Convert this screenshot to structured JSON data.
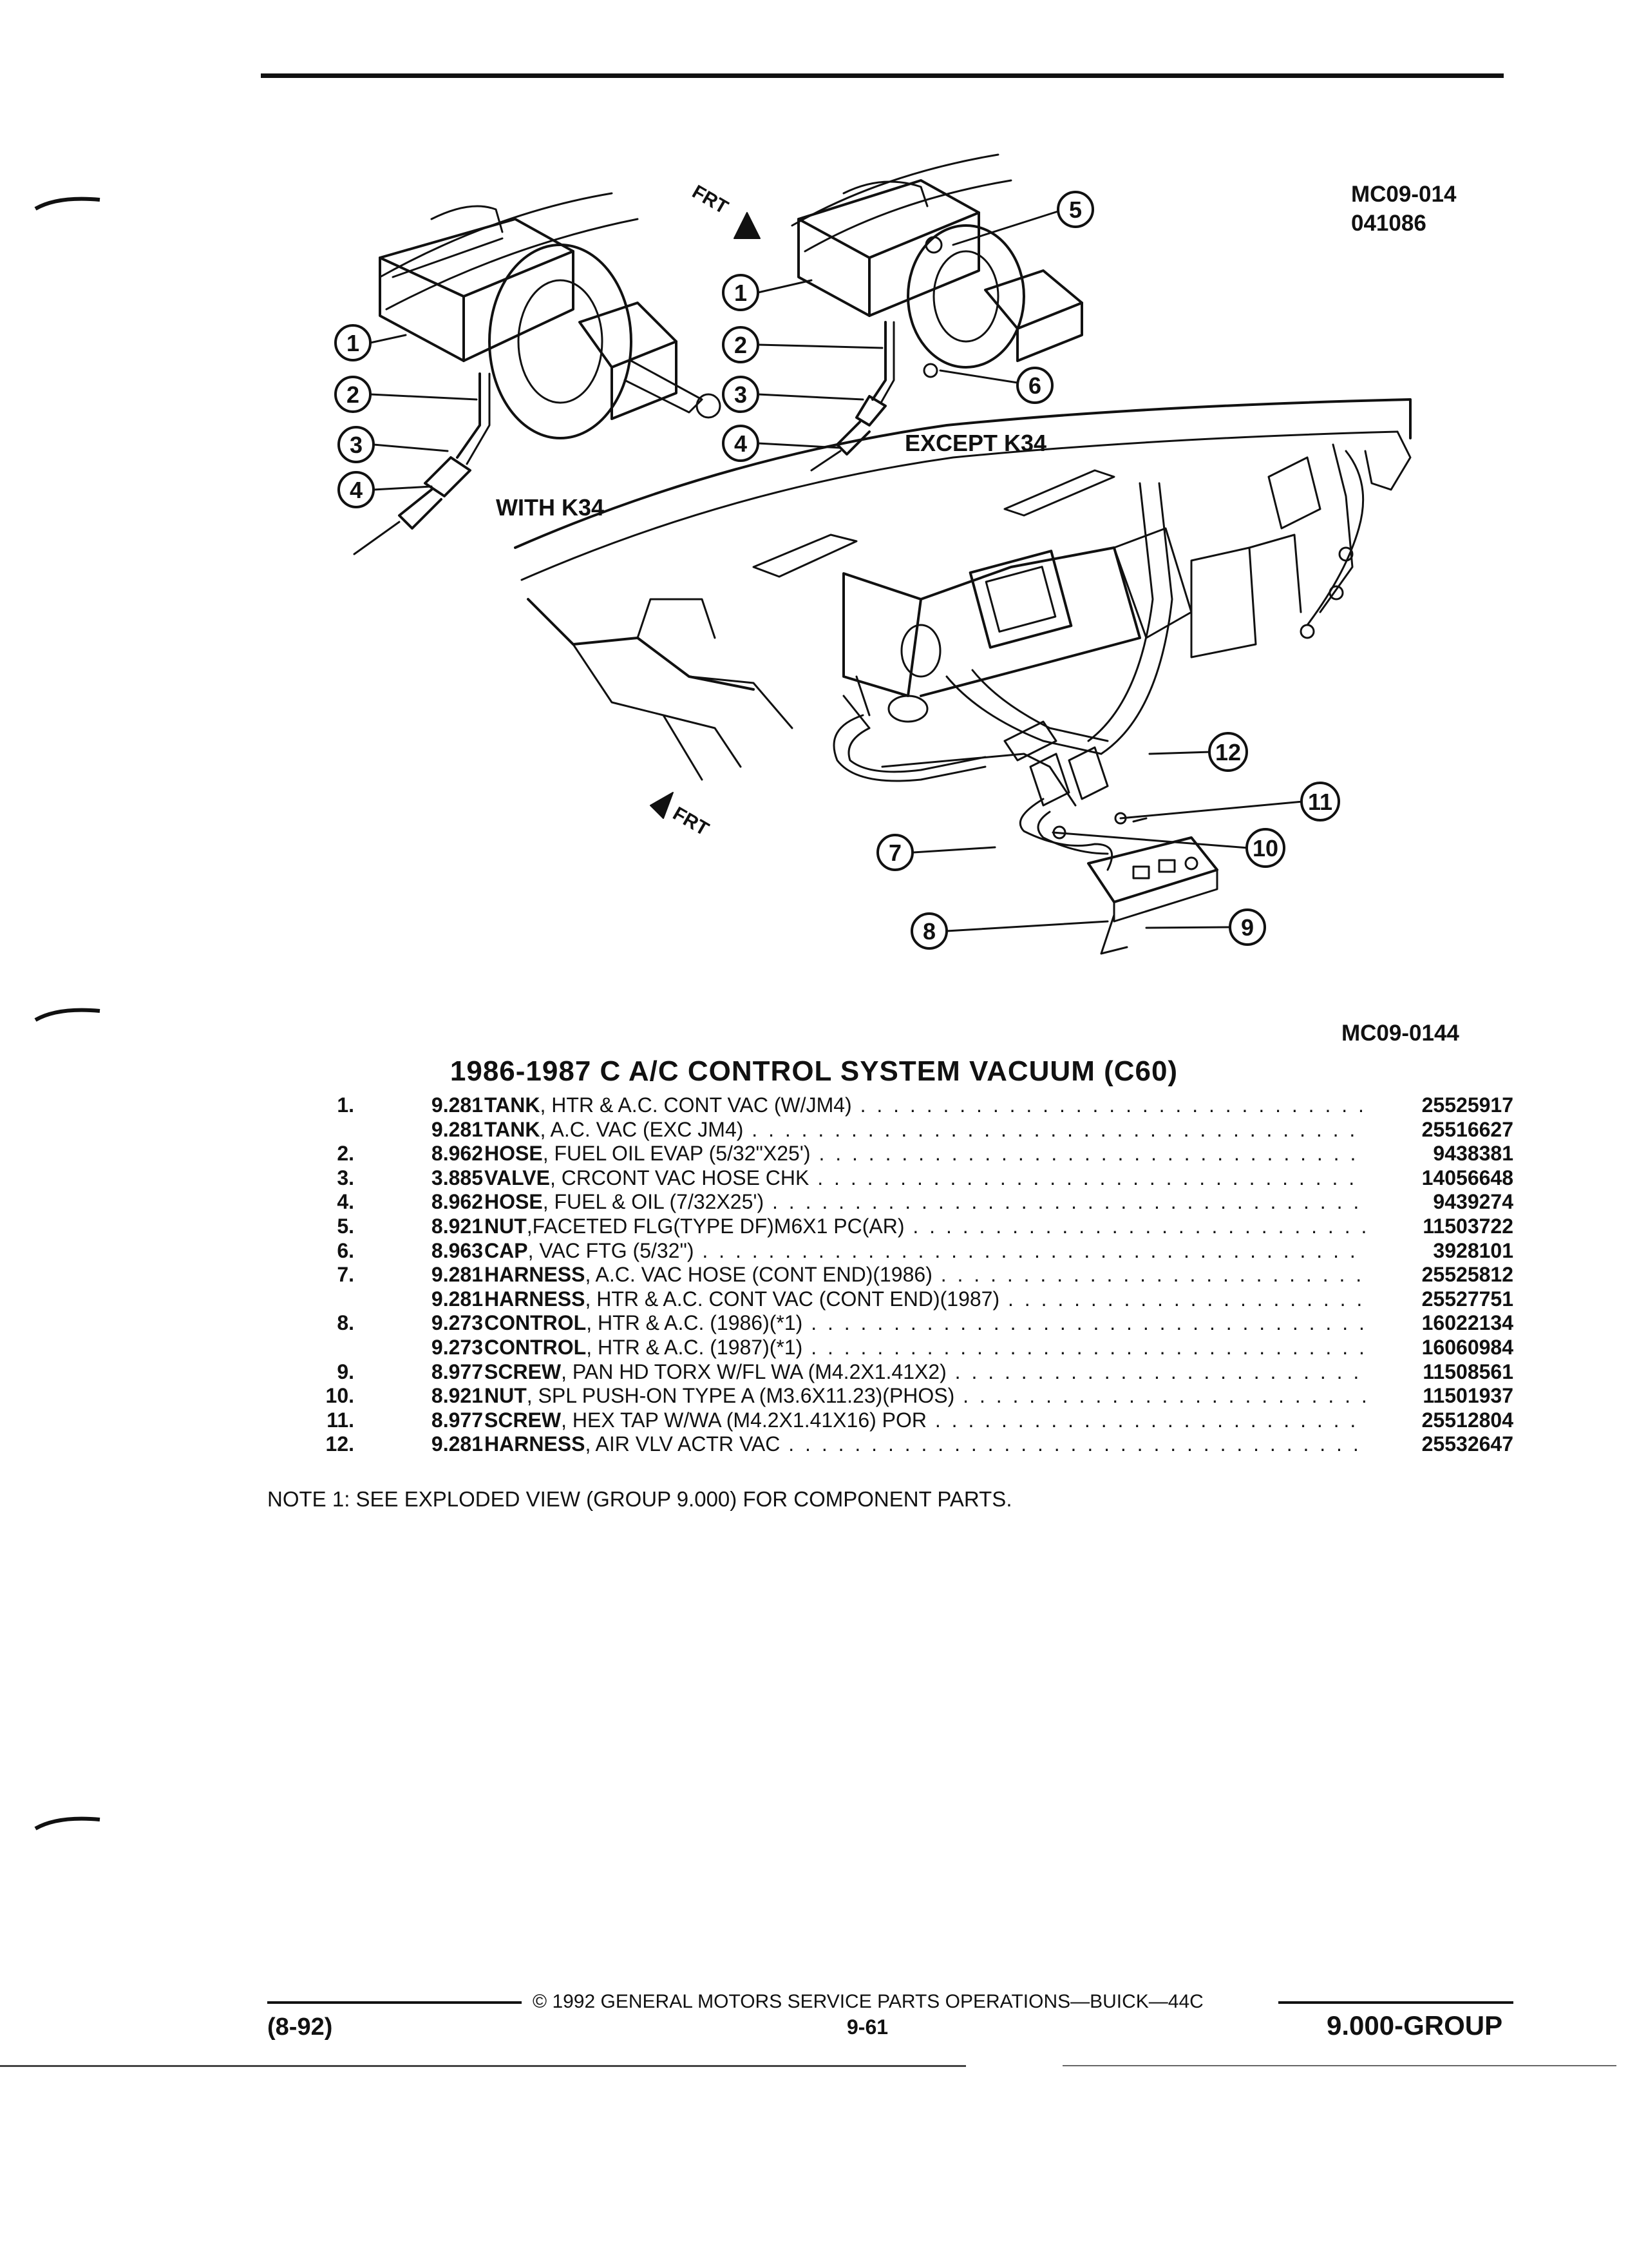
{
  "figure": {
    "code_1": "MC09-014",
    "code_2": "041086",
    "code_bottom": "MC09-0144",
    "label_with": "WITH K34",
    "label_except": "EXCEPT K34",
    "frt_label": "FRT",
    "callouts_left": [
      "1",
      "2",
      "3",
      "4"
    ],
    "callouts_right": [
      "1",
      "2",
      "3",
      "4",
      "5",
      "6"
    ],
    "callouts_main": [
      "7",
      "8",
      "9",
      "10",
      "11",
      "12"
    ]
  },
  "section_title": "1986-1987 C A/C CONTROL SYSTEM VACUUM (C60)",
  "parts": [
    {
      "num": "1.",
      "group": "9.281",
      "name": "TANK",
      "desc": ", HTR & A.C. CONT VAC (W/JM4)",
      "part": "25525917"
    },
    {
      "num": "",
      "group": "9.281",
      "name": "TANK",
      "desc": ", A.C. VAC (EXC JM4)",
      "part": "25516627"
    },
    {
      "num": "2.",
      "group": "8.962",
      "name": "HOSE",
      "desc": ", FUEL OIL EVAP (5/32\"X25')",
      "part": "9438381"
    },
    {
      "num": "3.",
      "group": "3.885",
      "name": "VALVE",
      "desc": ", CRCONT VAC HOSE CHK",
      "part": "14056648"
    },
    {
      "num": "4.",
      "group": "8.962",
      "name": "HOSE",
      "desc": ", FUEL & OIL (7/32X25')",
      "part": "9439274"
    },
    {
      "num": "5.",
      "group": "8.921",
      "name": "NUT",
      "desc": ",FACETED FLG(TYPE DF)M6X1 PC(AR)",
      "part": "11503722"
    },
    {
      "num": "6.",
      "group": "8.963",
      "name": "CAP",
      "desc": ", VAC FTG (5/32\")",
      "part": "3928101"
    },
    {
      "num": "7.",
      "group": "9.281",
      "name": "HARNESS",
      "desc": ", A.C. VAC HOSE (CONT END)(1986)",
      "part": "25525812"
    },
    {
      "num": "",
      "group": "9.281",
      "name": "HARNESS",
      "desc": ", HTR & A.C. CONT VAC (CONT END)(1987)",
      "part": "25527751"
    },
    {
      "num": "8.",
      "group": "9.273",
      "name": "CONTROL",
      "desc": ", HTR & A.C. (1986)(*1)",
      "part": "16022134"
    },
    {
      "num": "",
      "group": "9.273",
      "name": "CONTROL",
      "desc": ", HTR & A.C. (1987)(*1)",
      "part": "16060984"
    },
    {
      "num": "9.",
      "group": "8.977",
      "name": "SCREW",
      "desc": ", PAN HD TORX W/FL WA (M4.2X1.41X2)",
      "part": "11508561"
    },
    {
      "num": "10.",
      "group": "8.921",
      "name": "NUT",
      "desc": ", SPL PUSH-ON TYPE A (M3.6X11.23)(PHOS)",
      "part": "11501937"
    },
    {
      "num": "11.",
      "group": "8.977",
      "name": "SCREW",
      "desc": ", HEX TAP W/WA (M4.2X1.41X16) POR",
      "part": "25512804"
    },
    {
      "num": "12.",
      "group": "9.281",
      "name": "HARNESS",
      "desc": ", AIR VLV ACTR VAC",
      "part": "25532647"
    }
  ],
  "note": "NOTE  1:  SEE EXPLODED VIEW (GROUP 9.000) FOR COMPONENT PARTS.",
  "footer": {
    "copyright": "©  1992  GENERAL MOTORS SERVICE PARTS OPERATIONS—BUICK—44C",
    "date": "(8-92)",
    "page": "9-61",
    "group": "9.000-GROUP"
  }
}
